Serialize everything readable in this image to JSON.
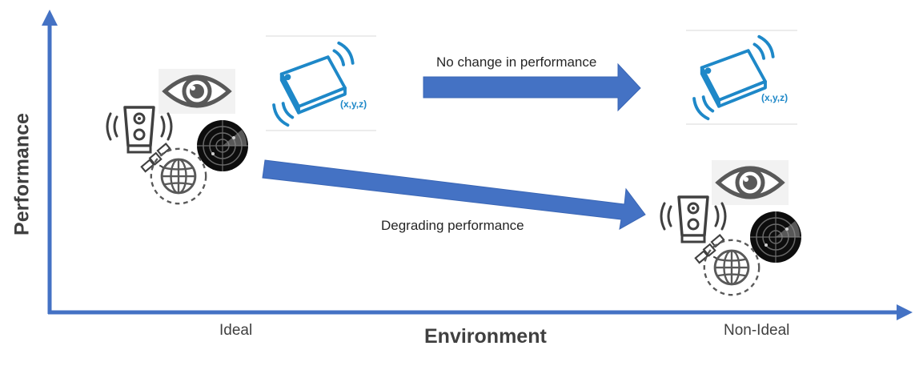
{
  "axes": {
    "y_label": "Performance",
    "x_label": "Environment",
    "x_ticks": [
      "Ideal",
      "Non-Ideal"
    ],
    "axis_color": "#4472C4"
  },
  "arrows": {
    "upper_label": "No change in performance",
    "lower_label": "Degrading performance",
    "arrow_color": "#4472C4"
  },
  "imu_device": {
    "coord_label": "(x,y,z)",
    "icon_color": "#1E88C8"
  },
  "sensor_groups": [
    "eye-icon",
    "traffic-light-icon",
    "radar-icon",
    "satellite-icon",
    "globe-icon"
  ]
}
